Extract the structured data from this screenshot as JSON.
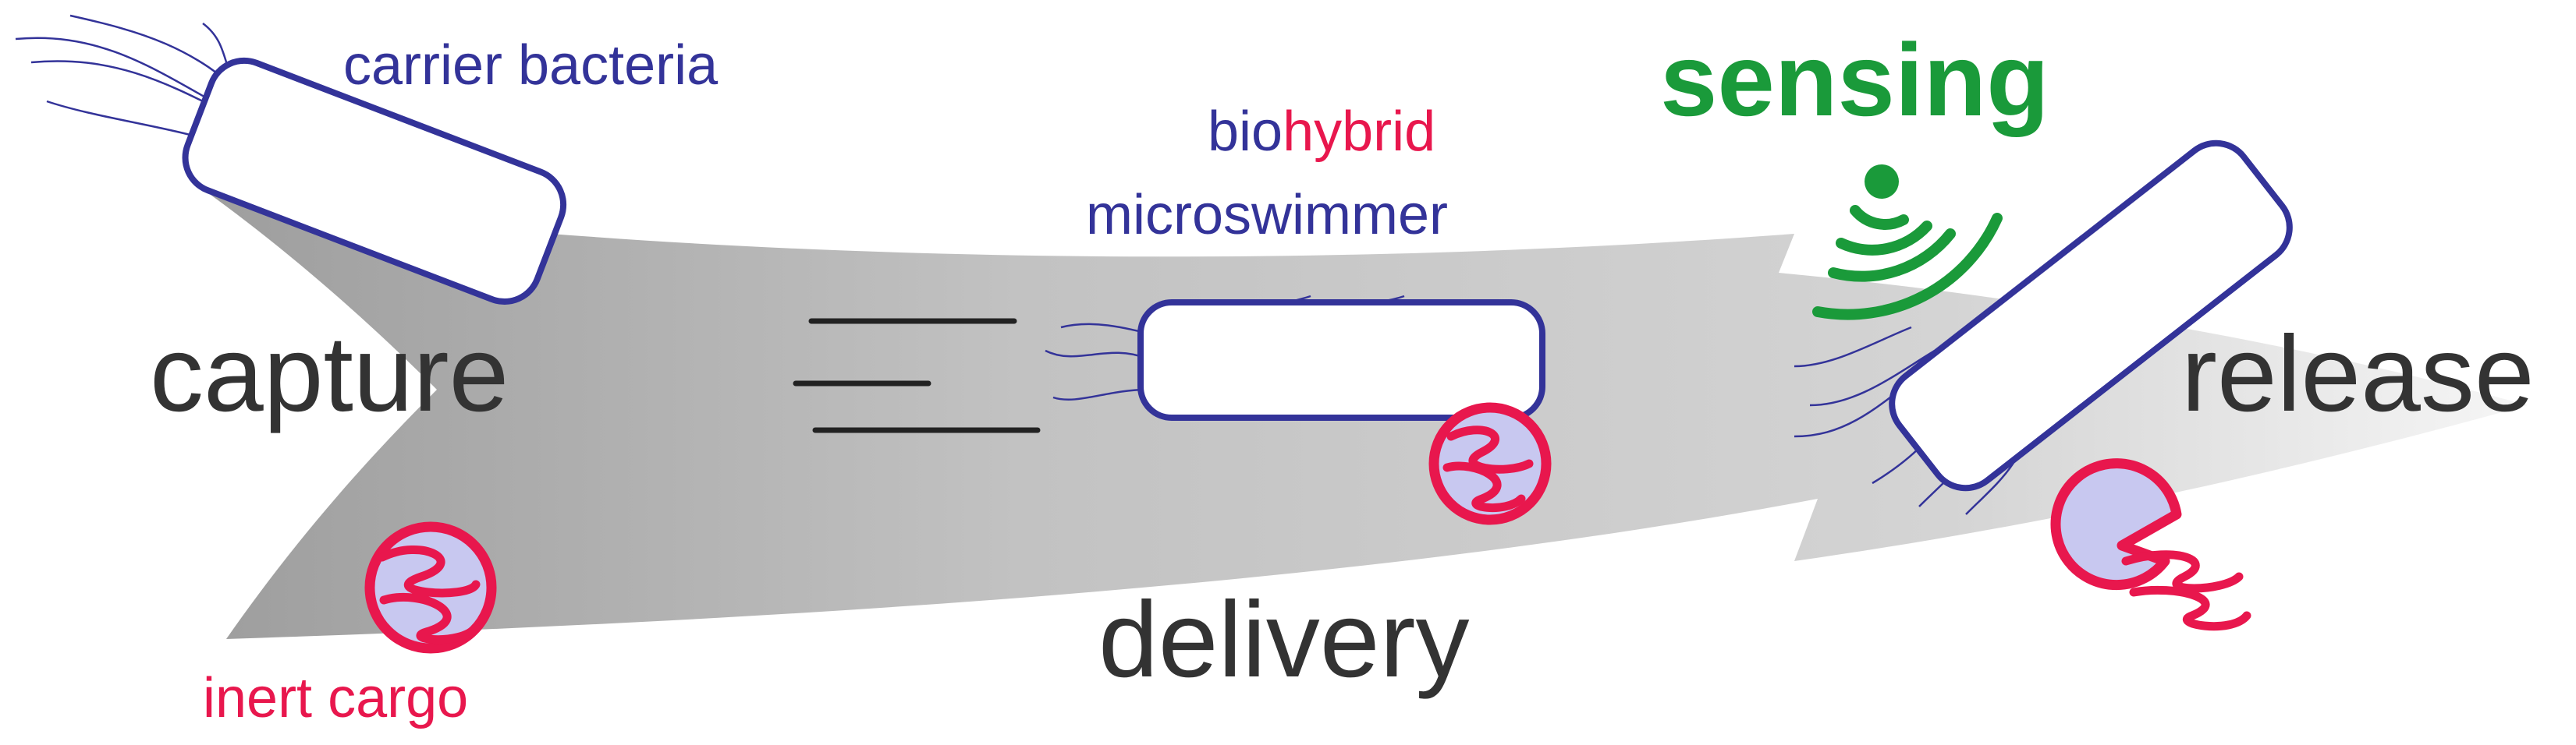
{
  "labels": {
    "carrier_bacteria": "carrier bacteria",
    "biohybrid_part1": "bio",
    "biohybrid_part2": "hybrid",
    "microswimmer": "microswimmer",
    "sensing": "sensing",
    "capture": "capture",
    "delivery": "delivery",
    "release": "release",
    "inert_cargo": "inert cargo"
  },
  "colors": {
    "bacteria_outline": "#333399",
    "cargo": "#e8174d",
    "cargo_fill": "#c8c8f0",
    "sensing": "#1a9a3a",
    "stage_text": "#333333",
    "arrow_dark": "#a8a8a8",
    "arrow_light": "#f2f2f2"
  }
}
